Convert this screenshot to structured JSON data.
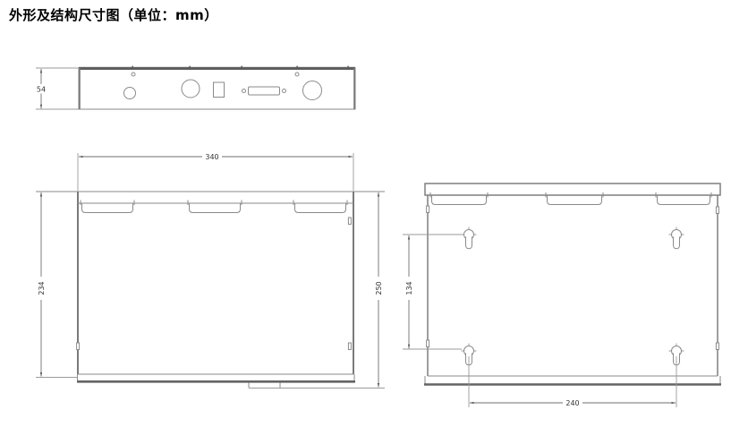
{
  "page": {
    "title": "外形及结构尺寸图（单位：mm）"
  },
  "dimensions": {
    "front_height": "54",
    "width": "340",
    "body_height": "234",
    "total_height": "250",
    "keyhole_vertical_spacing": "134",
    "keyhole_horizontal_spacing": "240"
  },
  "colors": {
    "line": "#8a8a8a",
    "dark_band": "#5f5f5f",
    "dim_text": "#333333"
  }
}
